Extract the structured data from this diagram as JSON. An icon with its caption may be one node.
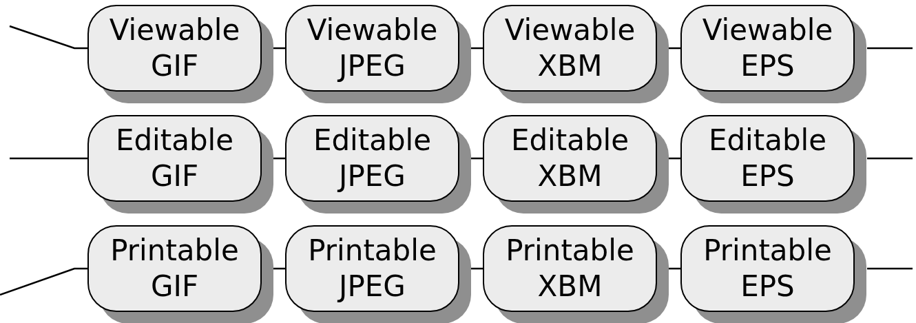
{
  "diagram": {
    "nodes": [
      {
        "text": [
          "Viewable",
          "GIF"
        ]
      },
      {
        "text": [
          "Viewable",
          "JPEG"
        ]
      },
      {
        "text": [
          "Viewable",
          "XBM"
        ]
      },
      {
        "text": [
          "Viewable",
          "EPS"
        ]
      },
      {
        "text": [
          "Editable",
          "GIF"
        ]
      },
      {
        "text": [
          "Editable",
          "JPEG"
        ]
      },
      {
        "text": [
          "Editable",
          "XBM"
        ]
      },
      {
        "text": [
          "Editable",
          "EPS"
        ]
      },
      {
        "text": [
          "Printable",
          "GIF"
        ]
      },
      {
        "text": [
          "Printable",
          "JPEG"
        ]
      },
      {
        "text": [
          "Printable",
          "XBM"
        ]
      },
      {
        "text": [
          "Printable",
          "EPS"
        ]
      }
    ],
    "edges": [
      {
        "from": null,
        "to": 0,
        "arrow": "none"
      },
      {
        "from": 0,
        "to": 1,
        "arrow": "none"
      },
      {
        "from": 1,
        "to": 2,
        "arrow": "none"
      },
      {
        "from": 2,
        "to": 3,
        "arrow": "none"
      },
      {
        "from": 3,
        "to": null,
        "arrow": "none"
      },
      {
        "from": null,
        "to": 4,
        "arrow": "none"
      },
      {
        "from": 4,
        "to": 5,
        "arrow": "none"
      },
      {
        "from": 5,
        "to": 6,
        "arrow": "none"
      },
      {
        "from": 6,
        "to": 7,
        "arrow": "none"
      },
      {
        "from": 7,
        "to": null,
        "arrow": "none"
      },
      {
        "from": null,
        "to": 8,
        "arrow": "none"
      },
      {
        "from": 8,
        "to": 9,
        "arrow": "none"
      },
      {
        "from": 9,
        "to": 10,
        "arrow": "none"
      },
      {
        "from": 10,
        "to": 11,
        "arrow": "none"
      },
      {
        "from": 11,
        "to": null,
        "arrow": "none"
      }
    ]
  }
}
